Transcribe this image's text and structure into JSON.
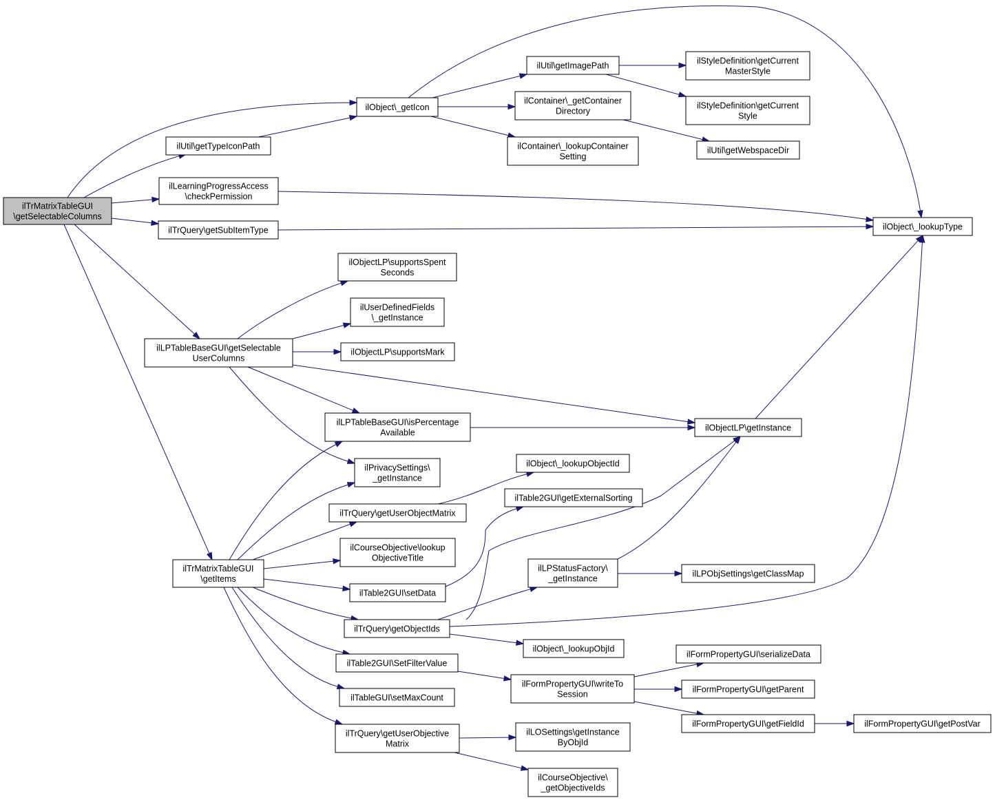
{
  "nodes": [
    {
      "id": "root",
      "lines": [
        "ilTrMatrixTableGUI",
        "\\getSelectableColumns"
      ]
    },
    {
      "id": "getIcon",
      "lines": [
        "ilObject\\_getIcon"
      ]
    },
    {
      "id": "getTypeIconPath",
      "lines": [
        "ilUtil\\getTypeIconPath"
      ]
    },
    {
      "id": "checkPermission",
      "lines": [
        "ilLearningProgressAccess",
        "\\checkPermission"
      ]
    },
    {
      "id": "getSubItemType",
      "lines": [
        "ilTrQuery\\getSubItemType"
      ]
    },
    {
      "id": "getImagePath",
      "lines": [
        "ilUtil\\getImagePath"
      ]
    },
    {
      "id": "getContainerDirectory",
      "lines": [
        "ilContainer\\_getContainer",
        "Directory"
      ]
    },
    {
      "id": "lookupContainerSetting",
      "lines": [
        "ilContainer\\_lookupContainer",
        "Setting"
      ]
    },
    {
      "id": "getCurrentMasterStyle",
      "lines": [
        "ilStyleDefinition\\getCurrent",
        "MasterStyle"
      ]
    },
    {
      "id": "getCurrentStyle",
      "lines": [
        "ilStyleDefinition\\getCurrent",
        "Style"
      ]
    },
    {
      "id": "getWebspaceDir",
      "lines": [
        "ilUtil\\getWebspaceDir"
      ]
    },
    {
      "id": "lookupType",
      "lines": [
        "ilObject\\_lookupType"
      ]
    },
    {
      "id": "supportsSpentSeconds",
      "lines": [
        "ilObjectLP\\supportsSpent",
        "Seconds"
      ]
    },
    {
      "id": "udfGetInstance",
      "lines": [
        "ilUserDefinedFields",
        "\\_getInstance"
      ]
    },
    {
      "id": "supportsMark",
      "lines": [
        "ilObjectLP\\supportsMark"
      ]
    },
    {
      "id": "getSelectableUserColumns",
      "lines": [
        "ilLPTableBaseGUI\\getSelectable",
        "UserColumns"
      ]
    },
    {
      "id": "isPercentageAvailable",
      "lines": [
        "ilLPTableBaseGUI\\isPercentage",
        "Available"
      ]
    },
    {
      "id": "objectLPGetInstance",
      "lines": [
        "ilObjectLP\\getInstance"
      ]
    },
    {
      "id": "privacyGetInstance",
      "lines": [
        "ilPrivacySettings\\",
        "_getInstance"
      ]
    },
    {
      "id": "lookupObjectId",
      "lines": [
        "ilObject\\_lookupObjectId"
      ]
    },
    {
      "id": "getUserObjectMatrix",
      "lines": [
        "ilTrQuery\\getUserObjectMatrix"
      ]
    },
    {
      "id": "getExternalSorting",
      "lines": [
        "ilTable2GUI\\getExternalSorting"
      ]
    },
    {
      "id": "lookupObjectiveTitle",
      "lines": [
        "ilCourseObjective\\lookup",
        "ObjectiveTitle"
      ]
    },
    {
      "id": "getItems",
      "lines": [
        "ilTrMatrixTableGUI",
        "\\getItems"
      ]
    },
    {
      "id": "lpStatusGetInstance",
      "lines": [
        "ilLPStatusFactory\\",
        "_getInstance"
      ]
    },
    {
      "id": "getClassMap",
      "lines": [
        "ilLPObjSettings\\getClassMap"
      ]
    },
    {
      "id": "setData",
      "lines": [
        "ilTable2GUI\\setData"
      ]
    },
    {
      "id": "getObjectIds",
      "lines": [
        "ilTrQuery\\getObjectIds"
      ]
    },
    {
      "id": "lookupObjId",
      "lines": [
        "ilObject\\_lookupObjId"
      ]
    },
    {
      "id": "serializeData",
      "lines": [
        "ilFormPropertyGUI\\serializeData"
      ]
    },
    {
      "id": "setFilterValue",
      "lines": [
        "ilTable2GUI\\SetFilterValue"
      ]
    },
    {
      "id": "writeToSession",
      "lines": [
        "ilFormPropertyGUI\\writeTo",
        "Session"
      ]
    },
    {
      "id": "getParent",
      "lines": [
        "ilFormPropertyGUI\\getParent"
      ]
    },
    {
      "id": "setMaxCount",
      "lines": [
        "ilTableGUI\\setMaxCount"
      ]
    },
    {
      "id": "getFieldId",
      "lines": [
        "ilFormPropertyGUI\\getFieldId"
      ]
    },
    {
      "id": "getPostVar",
      "lines": [
        "ilFormPropertyGUI\\getPostVar"
      ]
    },
    {
      "id": "getUserObjectiveMatrix",
      "lines": [
        "ilTrQuery\\getUserObjective",
        "Matrix"
      ]
    },
    {
      "id": "getInstanceByObjId",
      "lines": [
        "ilLOSettings\\getInstance",
        "ByObjId"
      ]
    },
    {
      "id": "getObjectiveIds",
      "lines": [
        "ilCourseObjective\\",
        "_getObjectiveIds"
      ]
    }
  ],
  "edges": [
    {
      "from": "root",
      "to": "getIcon"
    },
    {
      "from": "root",
      "to": "getTypeIconPath"
    },
    {
      "from": "root",
      "to": "checkPermission"
    },
    {
      "from": "root",
      "to": "getSubItemType"
    },
    {
      "from": "root",
      "to": "getSelectableUserColumns"
    },
    {
      "from": "root",
      "to": "getItems"
    },
    {
      "from": "getTypeIconPath",
      "to": "getIcon"
    },
    {
      "from": "getIcon",
      "to": "getImagePath"
    },
    {
      "from": "getIcon",
      "to": "getContainerDirectory"
    },
    {
      "from": "getIcon",
      "to": "lookupContainerSetting"
    },
    {
      "from": "getIcon",
      "to": "lookupType"
    },
    {
      "from": "getImagePath",
      "to": "getCurrentMasterStyle"
    },
    {
      "from": "getImagePath",
      "to": "getCurrentStyle"
    },
    {
      "from": "getContainerDirectory",
      "to": "getWebspaceDir"
    },
    {
      "from": "checkPermission",
      "to": "lookupType"
    },
    {
      "from": "getSubItemType",
      "to": "lookupType"
    },
    {
      "from": "getSelectableUserColumns",
      "to": "supportsSpentSeconds"
    },
    {
      "from": "getSelectableUserColumns",
      "to": "udfGetInstance"
    },
    {
      "from": "getSelectableUserColumns",
      "to": "supportsMark"
    },
    {
      "from": "getSelectableUserColumns",
      "to": "objectLPGetInstance"
    },
    {
      "from": "getSelectableUserColumns",
      "to": "isPercentageAvailable"
    },
    {
      "from": "getSelectableUserColumns",
      "to": "privacyGetInstance"
    },
    {
      "from": "isPercentageAvailable",
      "to": "objectLPGetInstance"
    },
    {
      "from": "objectLPGetInstance",
      "to": "lookupType"
    },
    {
      "from": "getItems",
      "to": "isPercentageAvailable"
    },
    {
      "from": "getItems",
      "to": "privacyGetInstance"
    },
    {
      "from": "getItems",
      "to": "getUserObjectMatrix"
    },
    {
      "from": "getItems",
      "to": "lookupObjectiveTitle"
    },
    {
      "from": "getItems",
      "to": "setData"
    },
    {
      "from": "getItems",
      "to": "getObjectIds"
    },
    {
      "from": "getItems",
      "to": "setFilterValue"
    },
    {
      "from": "getItems",
      "to": "setMaxCount"
    },
    {
      "from": "getItems",
      "to": "getUserObjectiveMatrix"
    },
    {
      "from": "getUserObjectMatrix",
      "to": "lookupObjectId"
    },
    {
      "from": "setData",
      "to": "getExternalSorting"
    },
    {
      "from": "getObjectIds",
      "to": "objectLPGetInstance"
    },
    {
      "from": "getObjectIds",
      "to": "lpStatusGetInstance"
    },
    {
      "from": "getObjectIds",
      "to": "lookupType"
    },
    {
      "from": "getObjectIds",
      "to": "lookupObjId"
    },
    {
      "from": "lpStatusGetInstance",
      "to": "objectLPGetInstance"
    },
    {
      "from": "lpStatusGetInstance",
      "to": "getClassMap"
    },
    {
      "from": "setFilterValue",
      "to": "writeToSession"
    },
    {
      "from": "writeToSession",
      "to": "serializeData"
    },
    {
      "from": "writeToSession",
      "to": "getParent"
    },
    {
      "from": "writeToSession",
      "to": "getFieldId"
    },
    {
      "from": "getFieldId",
      "to": "getPostVar"
    },
    {
      "from": "getUserObjectiveMatrix",
      "to": "getInstanceByObjId"
    },
    {
      "from": "getUserObjectiveMatrix",
      "to": "getObjectiveIds"
    }
  ]
}
